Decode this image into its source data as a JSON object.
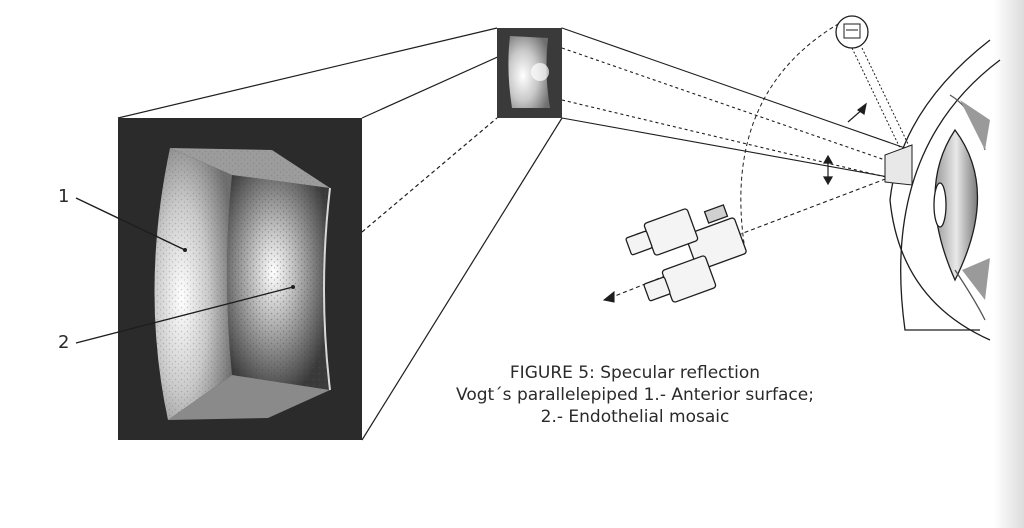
{
  "labels": {
    "one": "1",
    "two": "2"
  },
  "caption": {
    "line1": "FIGURE 5: Specular reflection",
    "line2": "Vogt´s parallelepiped 1.- Anterior surface;",
    "line3": "2.- Endothelial mosaic"
  },
  "colors": {
    "background": "#ffffff",
    "panel": "#2b2b2b",
    "line": "#1e1e1e"
  },
  "icons": [
    "microscope-eyepiece-icon",
    "eye-cross-section-icon",
    "light-source-icon"
  ]
}
